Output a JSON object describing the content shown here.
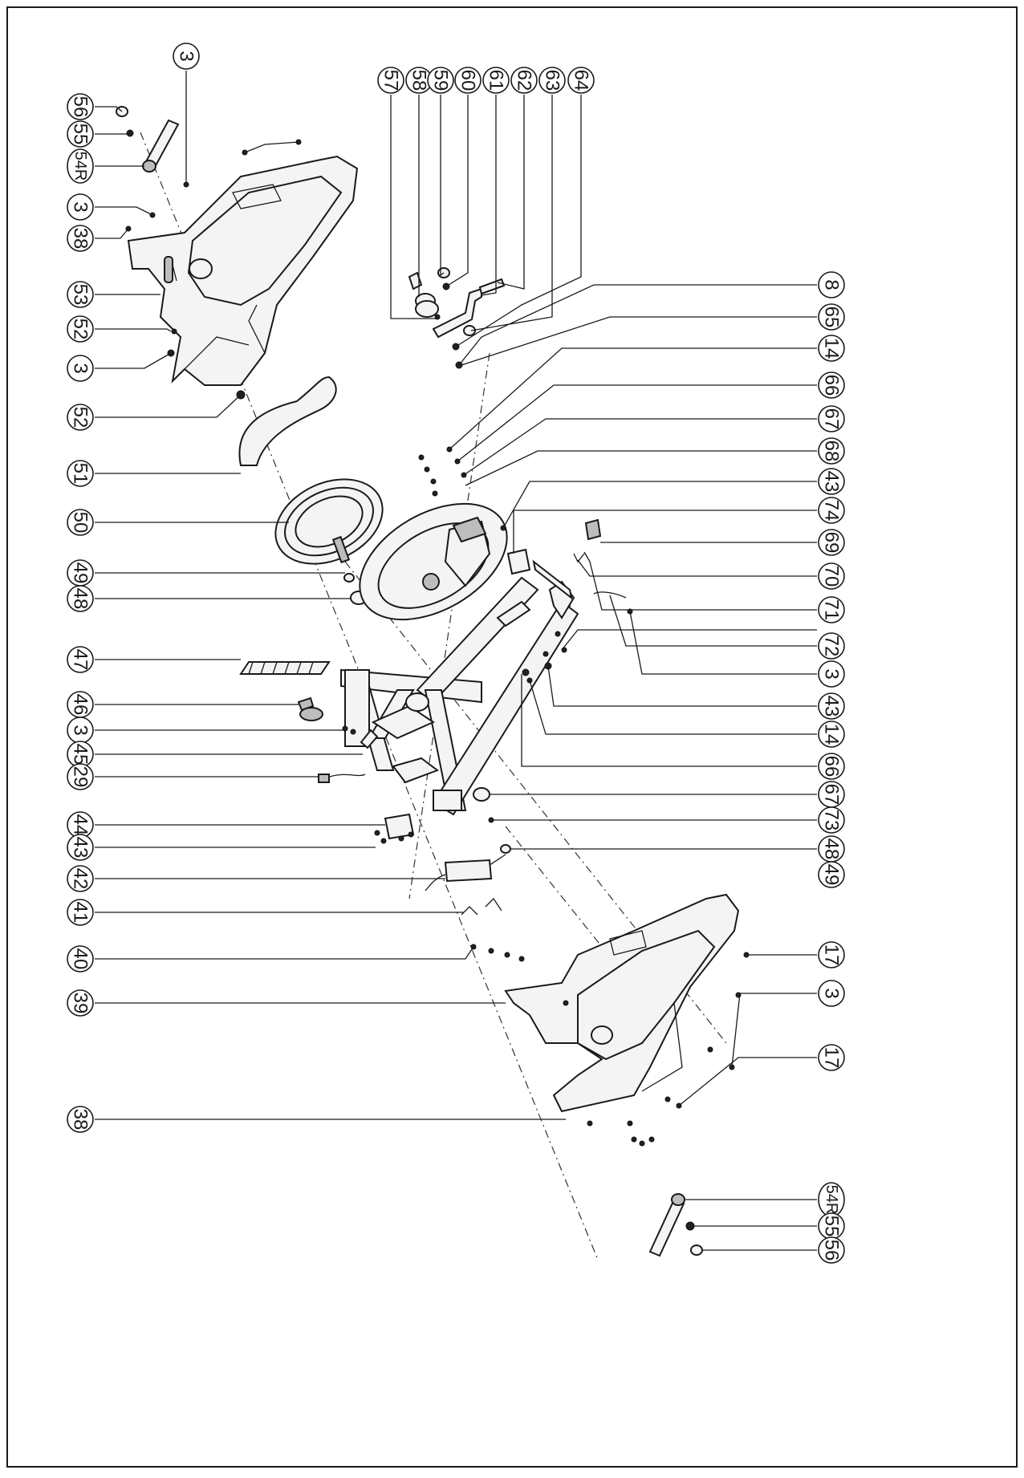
{
  "callouts": {
    "top_left": [
      "56",
      "55",
      "54R",
      "3",
      "38",
      "53",
      "52",
      "3",
      "52",
      "51",
      "50",
      "49",
      "48",
      "47",
      "46",
      "3",
      "45",
      "29",
      "44",
      "43",
      "42",
      "41",
      "40",
      "39",
      "38"
    ],
    "top_3": "3",
    "top_right": [
      "57",
      "58",
      "59",
      "60",
      "61",
      "62",
      "63",
      "64"
    ],
    "right_column": [
      "8",
      "65",
      "14",
      "66",
      "67",
      "68",
      "43",
      "74",
      "69",
      "70",
      "71",
      "72",
      "3"
    ],
    "bottom_row": [
      "43",
      "14",
      "66",
      "67",
      "48",
      "73",
      "49",
      "17",
      "3",
      "17",
      "54R",
      "55",
      "56"
    ]
  }
}
